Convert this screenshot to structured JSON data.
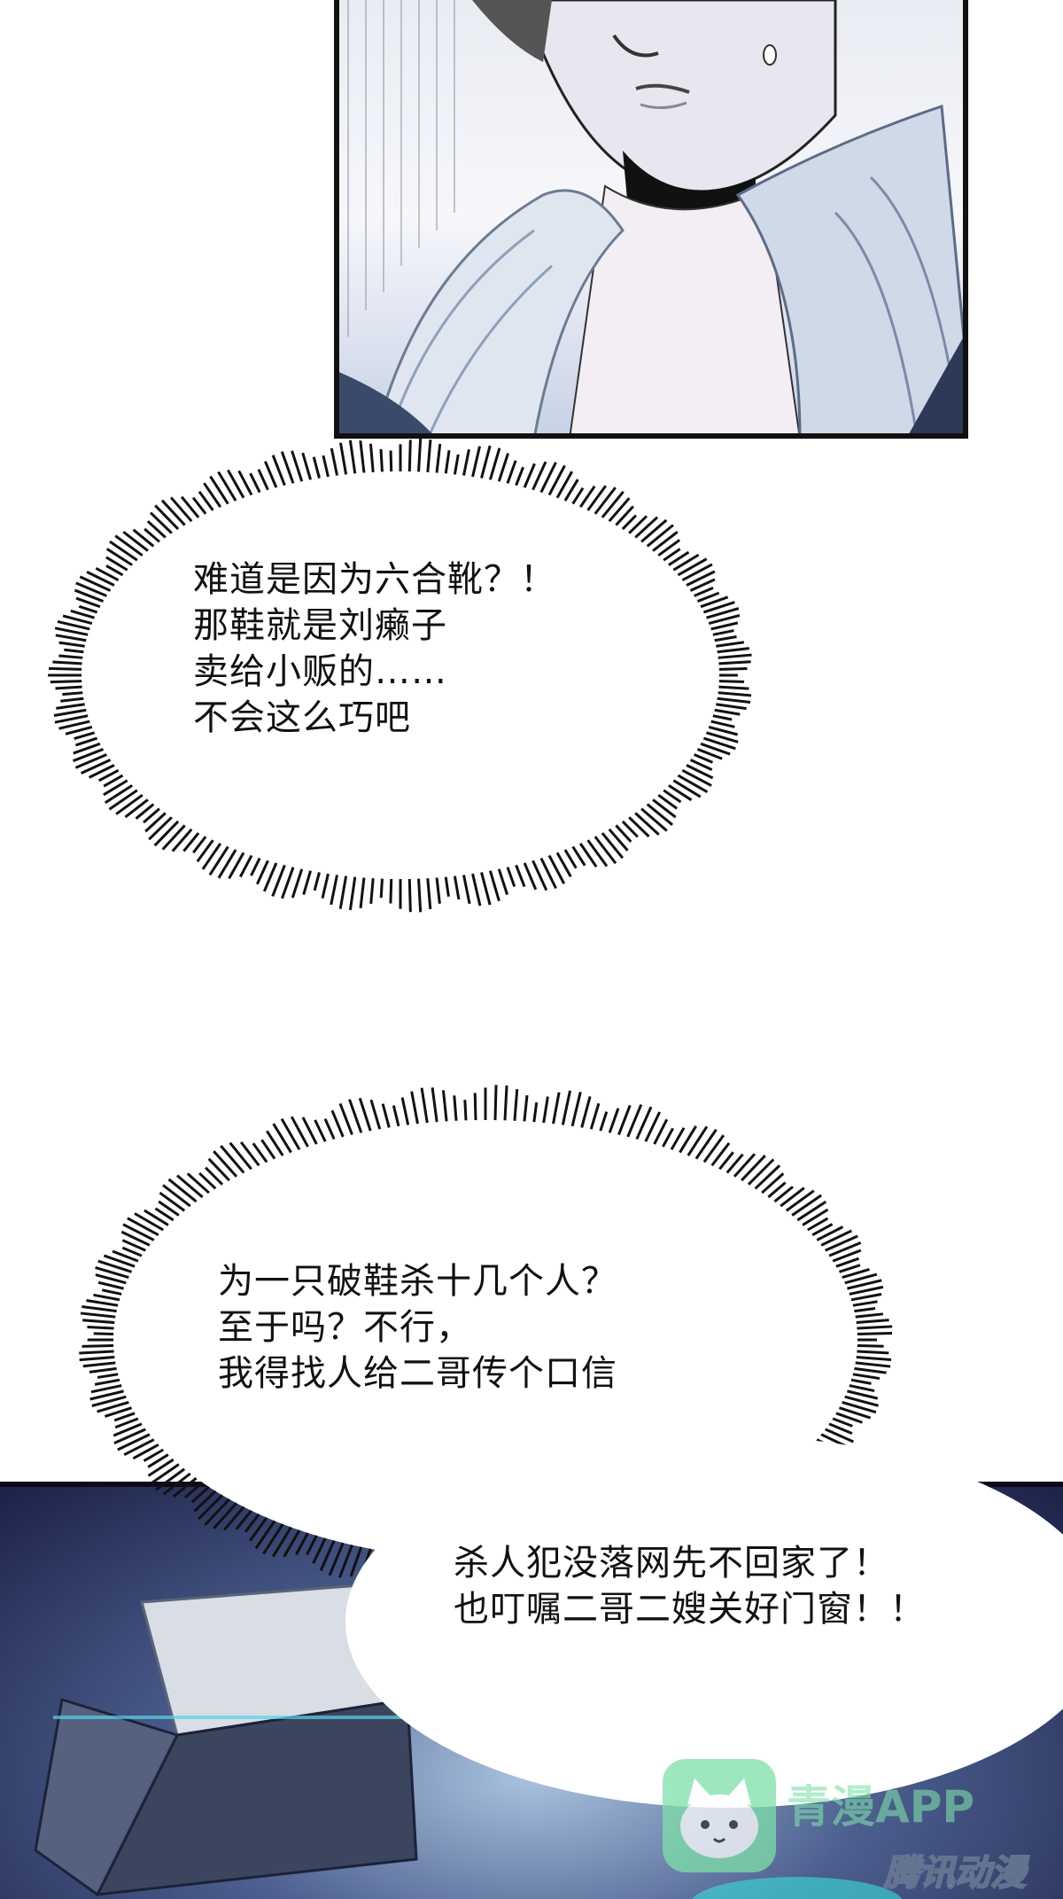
{
  "bubble1": {
    "lines": [
      "难道是因为六合靴？！",
      "那鞋就是刘癞子",
      "卖给小贩的……",
      "不会这么巧吧"
    ]
  },
  "bubble2": {
    "lines": [
      "为一只破鞋杀十几个人？",
      "至于吗？不行，",
      "我得找人给二哥传个口信"
    ]
  },
  "bubble3": {
    "lines": [
      "杀人犯没落网先不回家了！",
      "也叮嘱二哥二嫂关好门窗！！"
    ]
  },
  "watermark": {
    "brand": "青漫APP",
    "publisher": "腾讯动漫"
  },
  "colors": {
    "panel_border": "#111111",
    "bubble_fill": "#ffffff",
    "watermark_green": "#7ee0a9",
    "bottom_panel_dark": "#1c2147"
  }
}
